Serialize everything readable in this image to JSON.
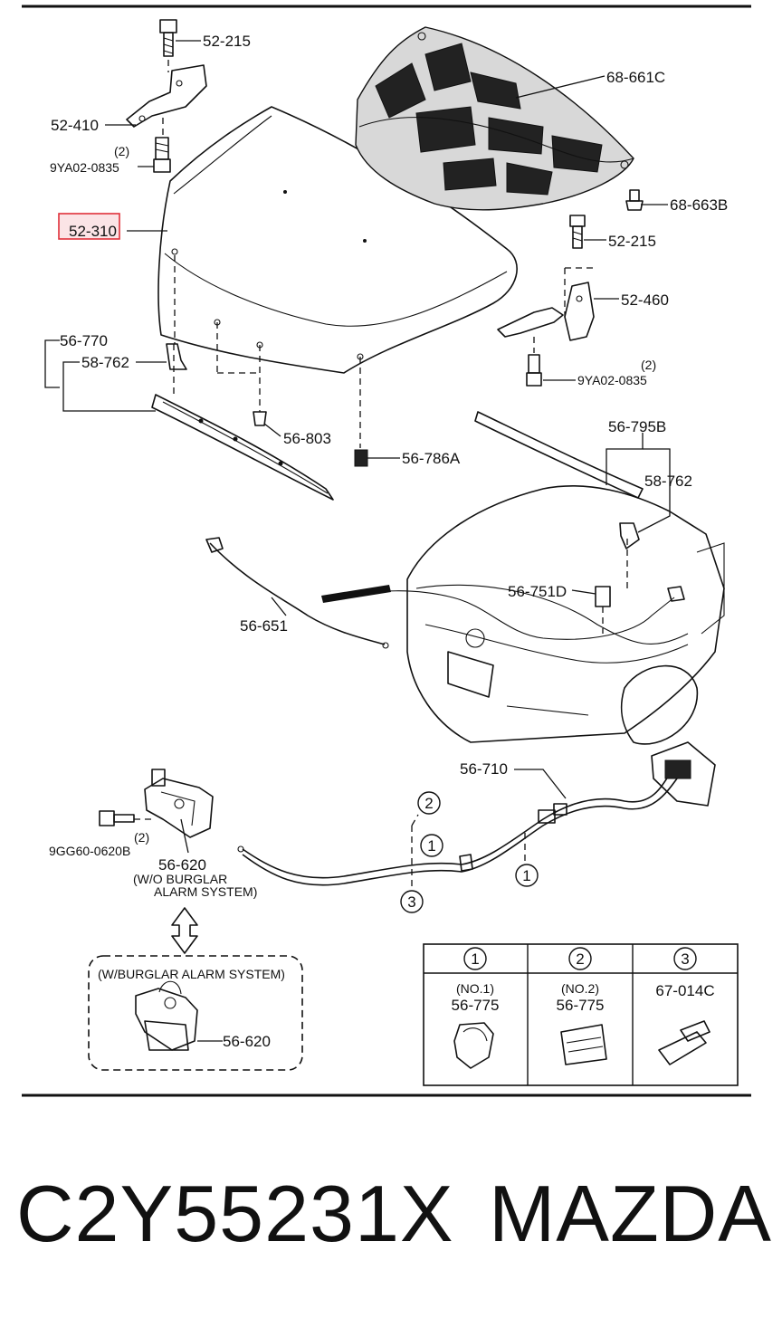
{
  "callouts": {
    "c_52_215_top": "52-215",
    "c_52_410": "52-410",
    "c_qty_2_a": "(2)",
    "c_9ya02_0835_a": "9YA02-0835",
    "c_52_310": "52-310",
    "c_68_661c": "68-661C",
    "c_68_663b": "68-663B",
    "c_52_215_right": "52-215",
    "c_52_460": "52-460",
    "c_qty_2_b": "(2)",
    "c_9ya02_0835_b": "9YA02-0835",
    "c_56_770": "56-770",
    "c_58_762_left": "58-762",
    "c_56_803": "56-803",
    "c_56_786a": "56-786A",
    "c_56_795b": "56-795B",
    "c_58_762_right": "58-762",
    "c_56_751d": "56-751D",
    "c_56_651": "56-651",
    "c_56_710": "56-710",
    "c_qty_2_c": "(2)",
    "c_9gg60_0620b": "9GG60-0620B",
    "c_56_620_top": "56-620",
    "c_wo_alarm_1": "(W/O BURGLAR",
    "c_wo_alarm_2": "ALARM SYSTEM)",
    "c_w_alarm": "(W/BURGLAR ALARM SYSTEM)",
    "c_56_620_box": "56-620",
    "circ_1": "1",
    "circ_2": "2",
    "circ_3": "3"
  },
  "legend_table": {
    "headers": [
      "1",
      "2",
      "3"
    ],
    "rows": [
      {
        "note": "(NO.1)",
        "part": "56-775"
      },
      {
        "note": "(NO.2)",
        "part": "56-775"
      },
      {
        "note": "",
        "part": "67-014C"
      }
    ]
  },
  "highlight_color": "#e0303a",
  "footer": {
    "part_number": "C2Y55231X",
    "brand": "MAZDA"
  }
}
